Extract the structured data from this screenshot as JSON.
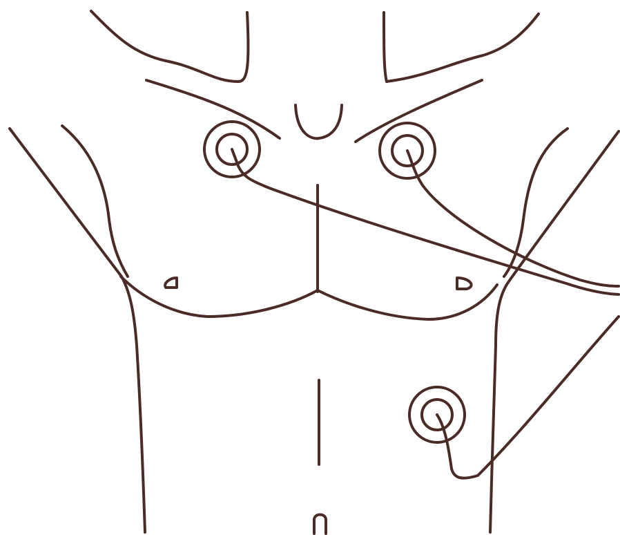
{
  "diagram": {
    "subject": "torso-electrode-placement",
    "line_color": "#4a2b26",
    "background_color": "#ffffff",
    "electrode_count": 3,
    "electrodes": [
      {
        "name": "right-upper-chest-electrode"
      },
      {
        "name": "left-upper-chest-electrode"
      },
      {
        "name": "left-lower-abdomen-electrode"
      }
    ],
    "lead_wire_count": 3
  }
}
